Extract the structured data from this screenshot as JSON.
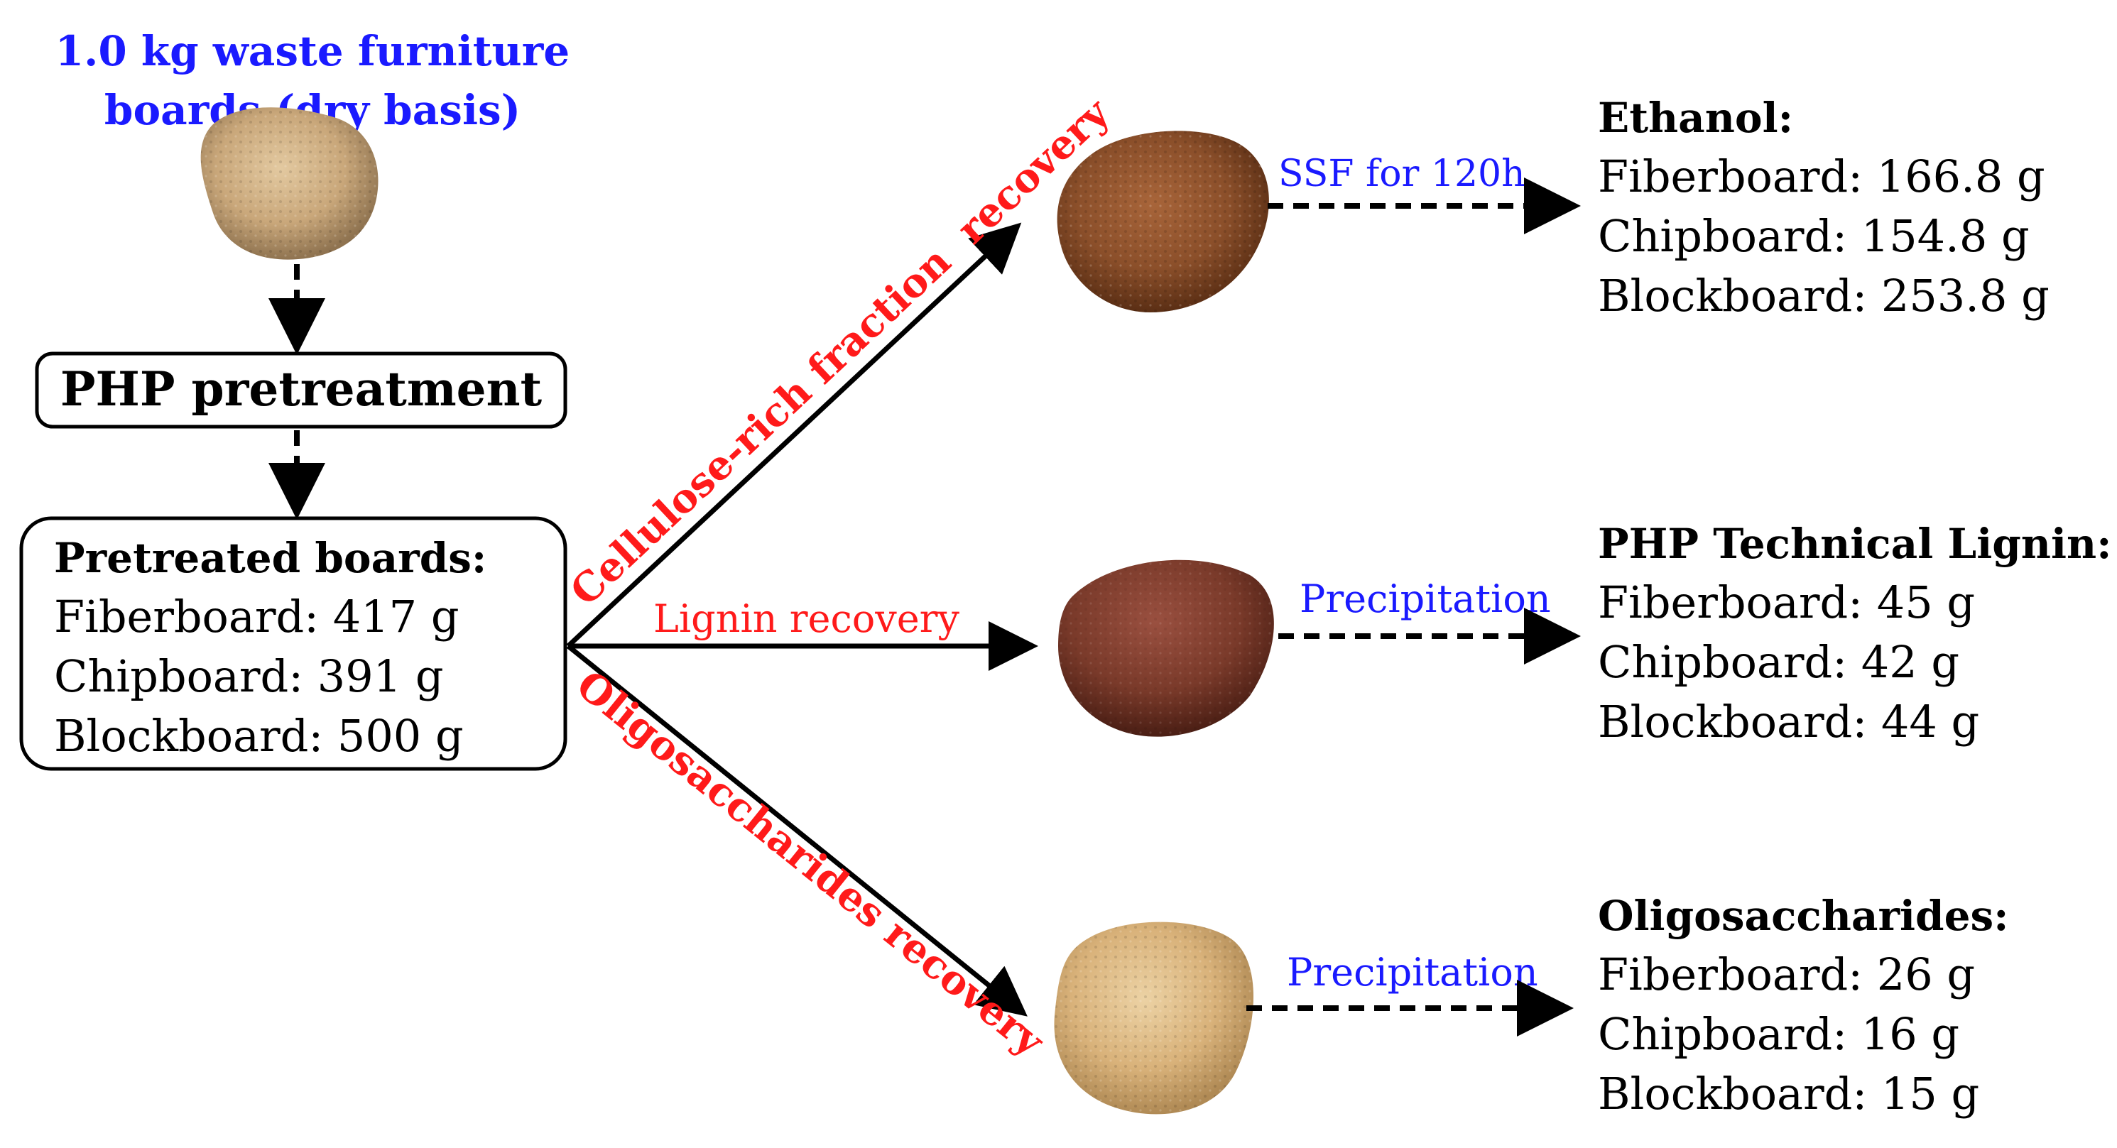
{
  "source": {
    "label_line1": "1.0 kg waste furniture",
    "label_line2": "boards (dry basis)"
  },
  "pretreatment": {
    "label": "PHP pretreatment"
  },
  "pretreated": {
    "title": "Pretreated boards:",
    "items": [
      "Fiberboard: 417 g",
      "Chipboard: 391 g",
      "Blockboard: 500 g"
    ]
  },
  "routes": {
    "cellulose": "Cellulose-rich fraction  recovery",
    "lignin": "Lignin recovery",
    "oligo": "Oligosaccharides recovery"
  },
  "processes": {
    "ssf": "SSF for 120h",
    "precip_lignin": "Precipitation",
    "precip_oligo": "Precipitation"
  },
  "products": {
    "ethanol": {
      "title": "Ethanol:",
      "items": [
        "Fiberboard: 166.8 g",
        "Chipboard: 154.8 g",
        "Blockboard: 253.8 g"
      ]
    },
    "lignin": {
      "title": "PHP Technical Lignin:",
      "items": [
        "Fiberboard: 45 g",
        "Chipboard: 42 g",
        "Blockboard: 44 g"
      ]
    },
    "oligo": {
      "title": "Oligosaccharides:",
      "items": [
        "Fiberboard: 26 g",
        "Chipboard: 16 g",
        "Blockboard: 15 g"
      ]
    }
  },
  "colors": {
    "blue_text": "#1a1aff",
    "red_text": "#ff1a1a",
    "sawdust": "#c9a77a",
    "cellulose": "#8b4f2a",
    "lignin": "#7a3a2a",
    "oligosaccharide": "#d9b27a"
  }
}
